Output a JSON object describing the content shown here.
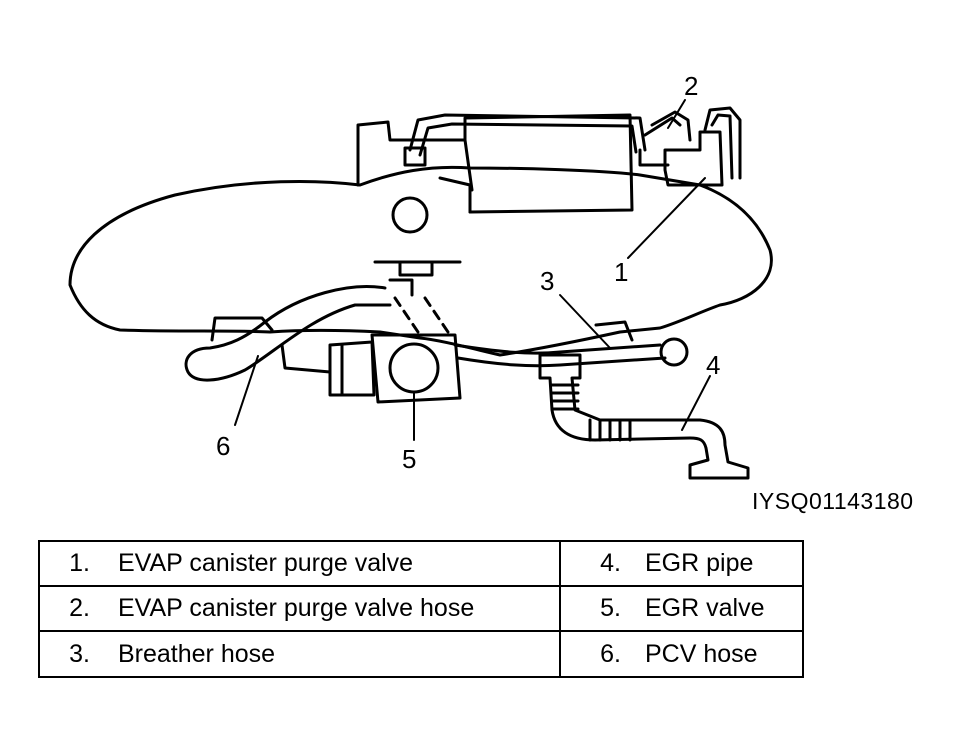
{
  "callouts": [
    "1",
    "2",
    "3",
    "4",
    "5",
    "6"
  ],
  "figure_code": "IYSQ01143180",
  "legend": {
    "left": [
      {
        "num": "1.",
        "text": "EVAP canister purge valve"
      },
      {
        "num": "2.",
        "text": "EVAP canister purge valve hose"
      },
      {
        "num": "3.",
        "text": "Breather hose"
      }
    ],
    "right": [
      {
        "num": "4.",
        "text": "EGR pipe"
      },
      {
        "num": "5.",
        "text": "EGR valve"
      },
      {
        "num": "6.",
        "text": "PCV hose"
      }
    ]
  }
}
